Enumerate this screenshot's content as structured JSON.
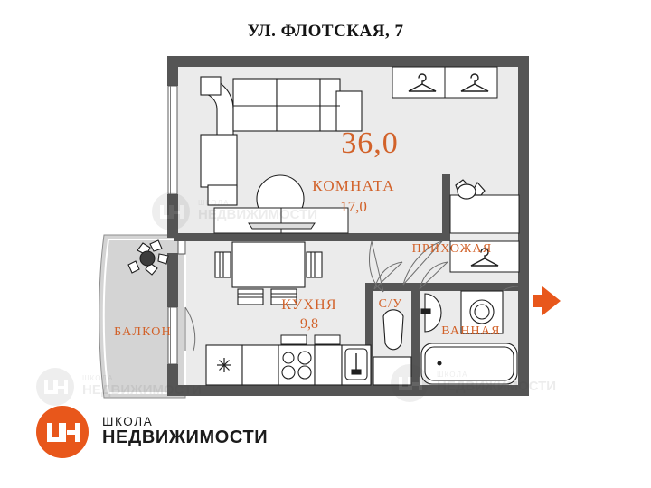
{
  "page": {
    "title": "УЛ. ФЛОТСКАЯ, 7",
    "accent_color": "#d2622a",
    "wall_color": "#555555",
    "floor_color": "#ebebeb",
    "balcony_color": "#d4d4d4",
    "background": "#ffffff"
  },
  "plan": {
    "type": "floor-plan",
    "total_area": "36,0",
    "rooms": [
      {
        "id": "room",
        "name": "КОМНАТА",
        "area": "17,0"
      },
      {
        "id": "kitchen",
        "name": "КУХНЯ",
        "area": "9,8"
      },
      {
        "id": "hall",
        "name": "ПРИХОЖАЯ",
        "area": ""
      },
      {
        "id": "wc",
        "name": "С/У",
        "area": ""
      },
      {
        "id": "bath",
        "name": "ВАННАЯ",
        "area": ""
      },
      {
        "id": "balcony",
        "name": "БАЛКОН",
        "area": ""
      }
    ],
    "entrance": {
      "marker": "entrance-arrow",
      "direction": "left",
      "color": "#e8571b"
    },
    "furniture": [
      "corner-sofa",
      "round-coffee-table",
      "wall-shelf-tv",
      "dining-table",
      "dining-chair",
      "dining-chair",
      "dining-chair",
      "dining-chair",
      "wardrobe-hanger",
      "wardrobe-hanger",
      "wardrobe-hanger",
      "console-table",
      "plant-pot",
      "refrigerator",
      "kitchen-counter",
      "cooktop-four-burner",
      "kitchen-sink",
      "toilet",
      "washbasin",
      "washing-machine",
      "bathtub",
      "balcony-plant"
    ]
  },
  "brand": {
    "line1": "ШКОЛА",
    "line2": "НЕДВИЖИМОСТИ",
    "monogram": "ШН",
    "color": "#e8571b"
  },
  "watermark": {
    "line1": "ШКОЛА",
    "line2": "НЕДВИЖИМОСТИ"
  }
}
